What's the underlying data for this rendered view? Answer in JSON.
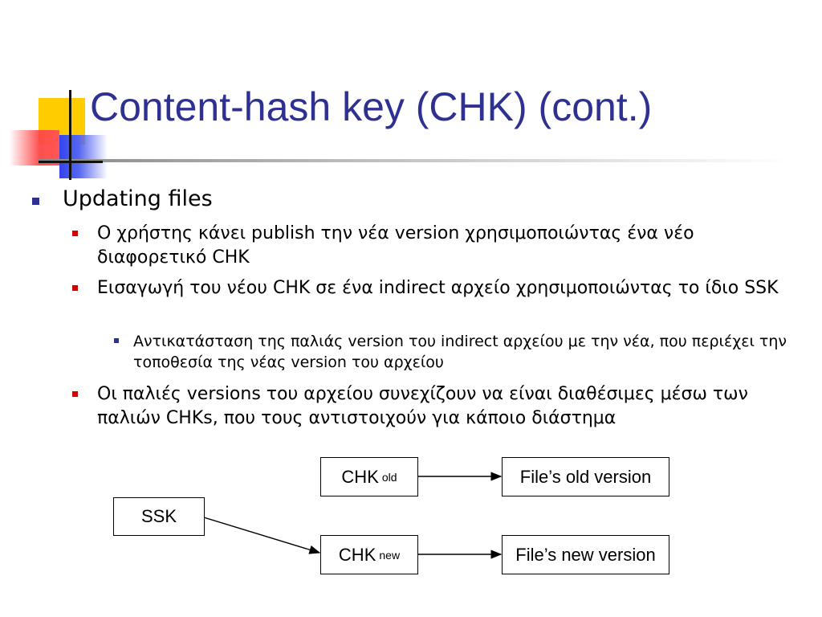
{
  "slide": {
    "title": "Content-hash key (CHK) (cont.)",
    "bullets": {
      "b1": "Updating files",
      "b1_1": "Ο χρήστης κάνει publish την νέα version χρησιμοποιώντας ένα νέο διαφορετικό CHK",
      "b1_2": "Εισαγωγή του νέου CHK σε ένα indirect αρχείο χρησιμοποιώντας το ίδιο SSK",
      "b1_2_1": "Αντικατάσταση της παλιάς version του indirect αρχείου με την νέα, που περιέχει την τοποθεσία της νέας version του αρχείου",
      "b1_3": "Οι παλιές versions του αρχείου συνεχίζουν να είναι διαθέσιμες μέσω των παλιών CHKs, που τους αντιστοιχούν για κάποιο διάστημα"
    }
  },
  "diagram": {
    "ssk": "SSK",
    "chk_old_main": "CHK",
    "chk_old_sub": "old",
    "chk_new_main": "CHK",
    "chk_new_sub": "new",
    "file_old": "File’s old version",
    "file_new": "File’s new version"
  },
  "colors": {
    "title": "#2e3192",
    "bullet_l1": "#2e3192",
    "bullet_l2": "#d40000",
    "deco_yellow": "#ffcc00",
    "deco_blue": "#3344ee",
    "deco_red": "#ff5555"
  }
}
